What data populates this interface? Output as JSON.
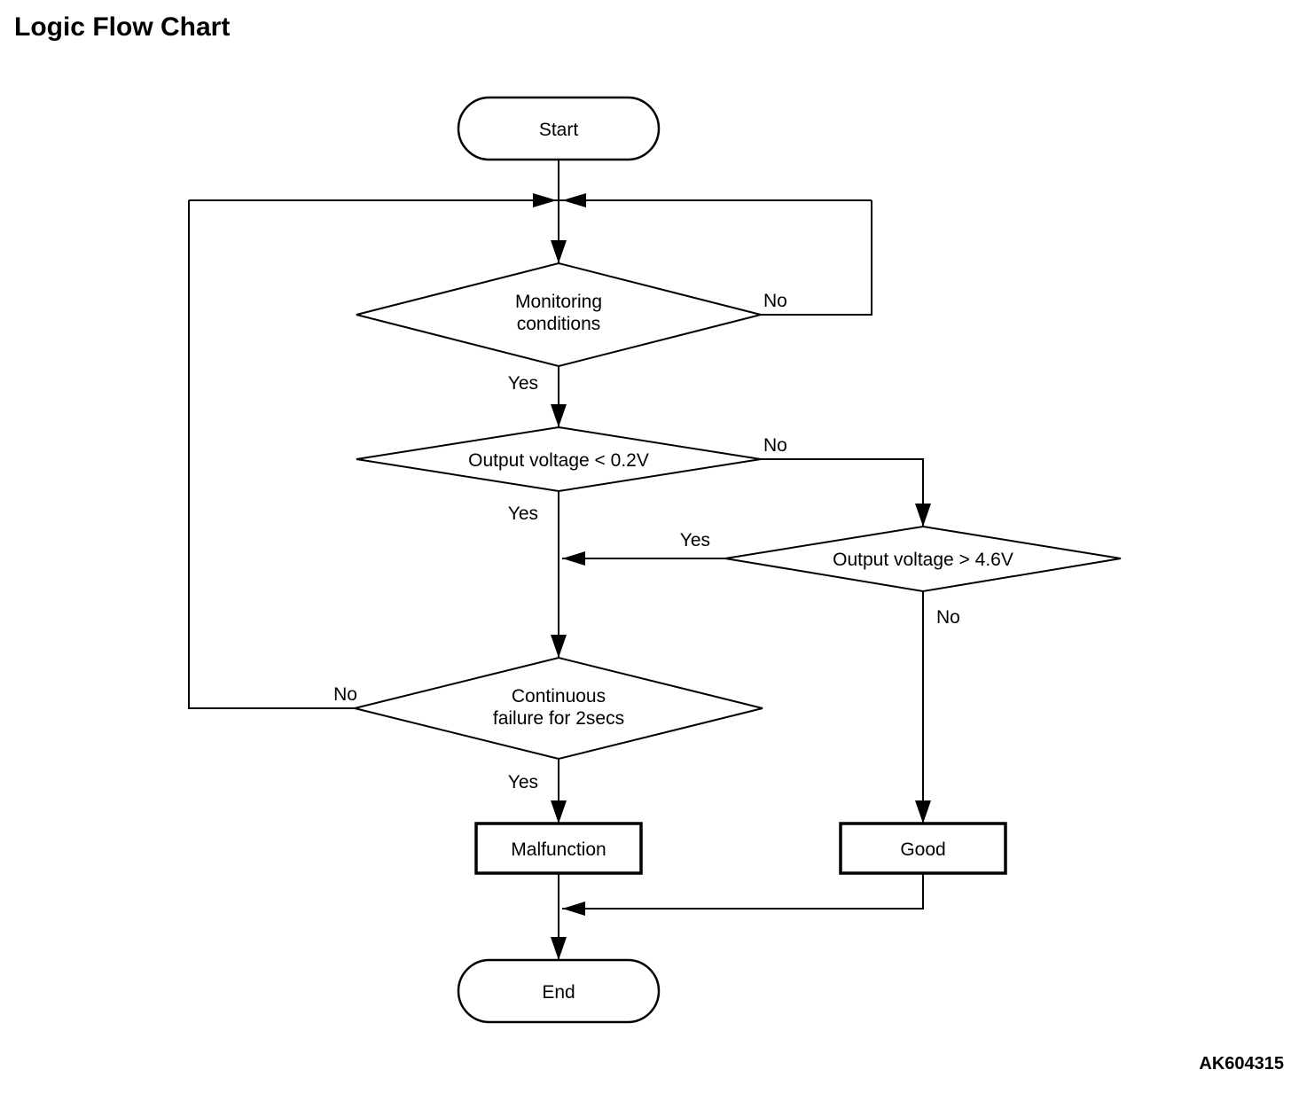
{
  "page": {
    "title": "Logic Flow Chart",
    "figure_code": "AK604315"
  },
  "nodes": {
    "start": {
      "type": "terminator",
      "label": "Start"
    },
    "monitoring_conditions": {
      "type": "decision",
      "label_line1": "Monitoring",
      "label_line2": "conditions"
    },
    "output_voltage_low": {
      "type": "decision",
      "label": "Output voltage < 0.2V"
    },
    "output_voltage_high": {
      "type": "decision",
      "label": "Output voltage > 4.6V"
    },
    "continuous_failure": {
      "type": "decision",
      "label_line1": "Continuous",
      "label_line2": "failure for 2secs"
    },
    "malfunction": {
      "type": "process",
      "label": "Malfunction"
    },
    "good": {
      "type": "process",
      "label": "Good"
    },
    "end": {
      "type": "terminator",
      "label": "End"
    }
  },
  "edges": {
    "monitoring_no": "No",
    "monitoring_yes": "Yes",
    "voltage_low_no": "No",
    "voltage_low_yes": "Yes",
    "voltage_high_yes": "Yes",
    "voltage_high_no": "No",
    "continuous_no": "No",
    "continuous_yes": "Yes"
  },
  "colors": {
    "line": "#000000",
    "background": "#ffffff",
    "text": "#000000"
  }
}
